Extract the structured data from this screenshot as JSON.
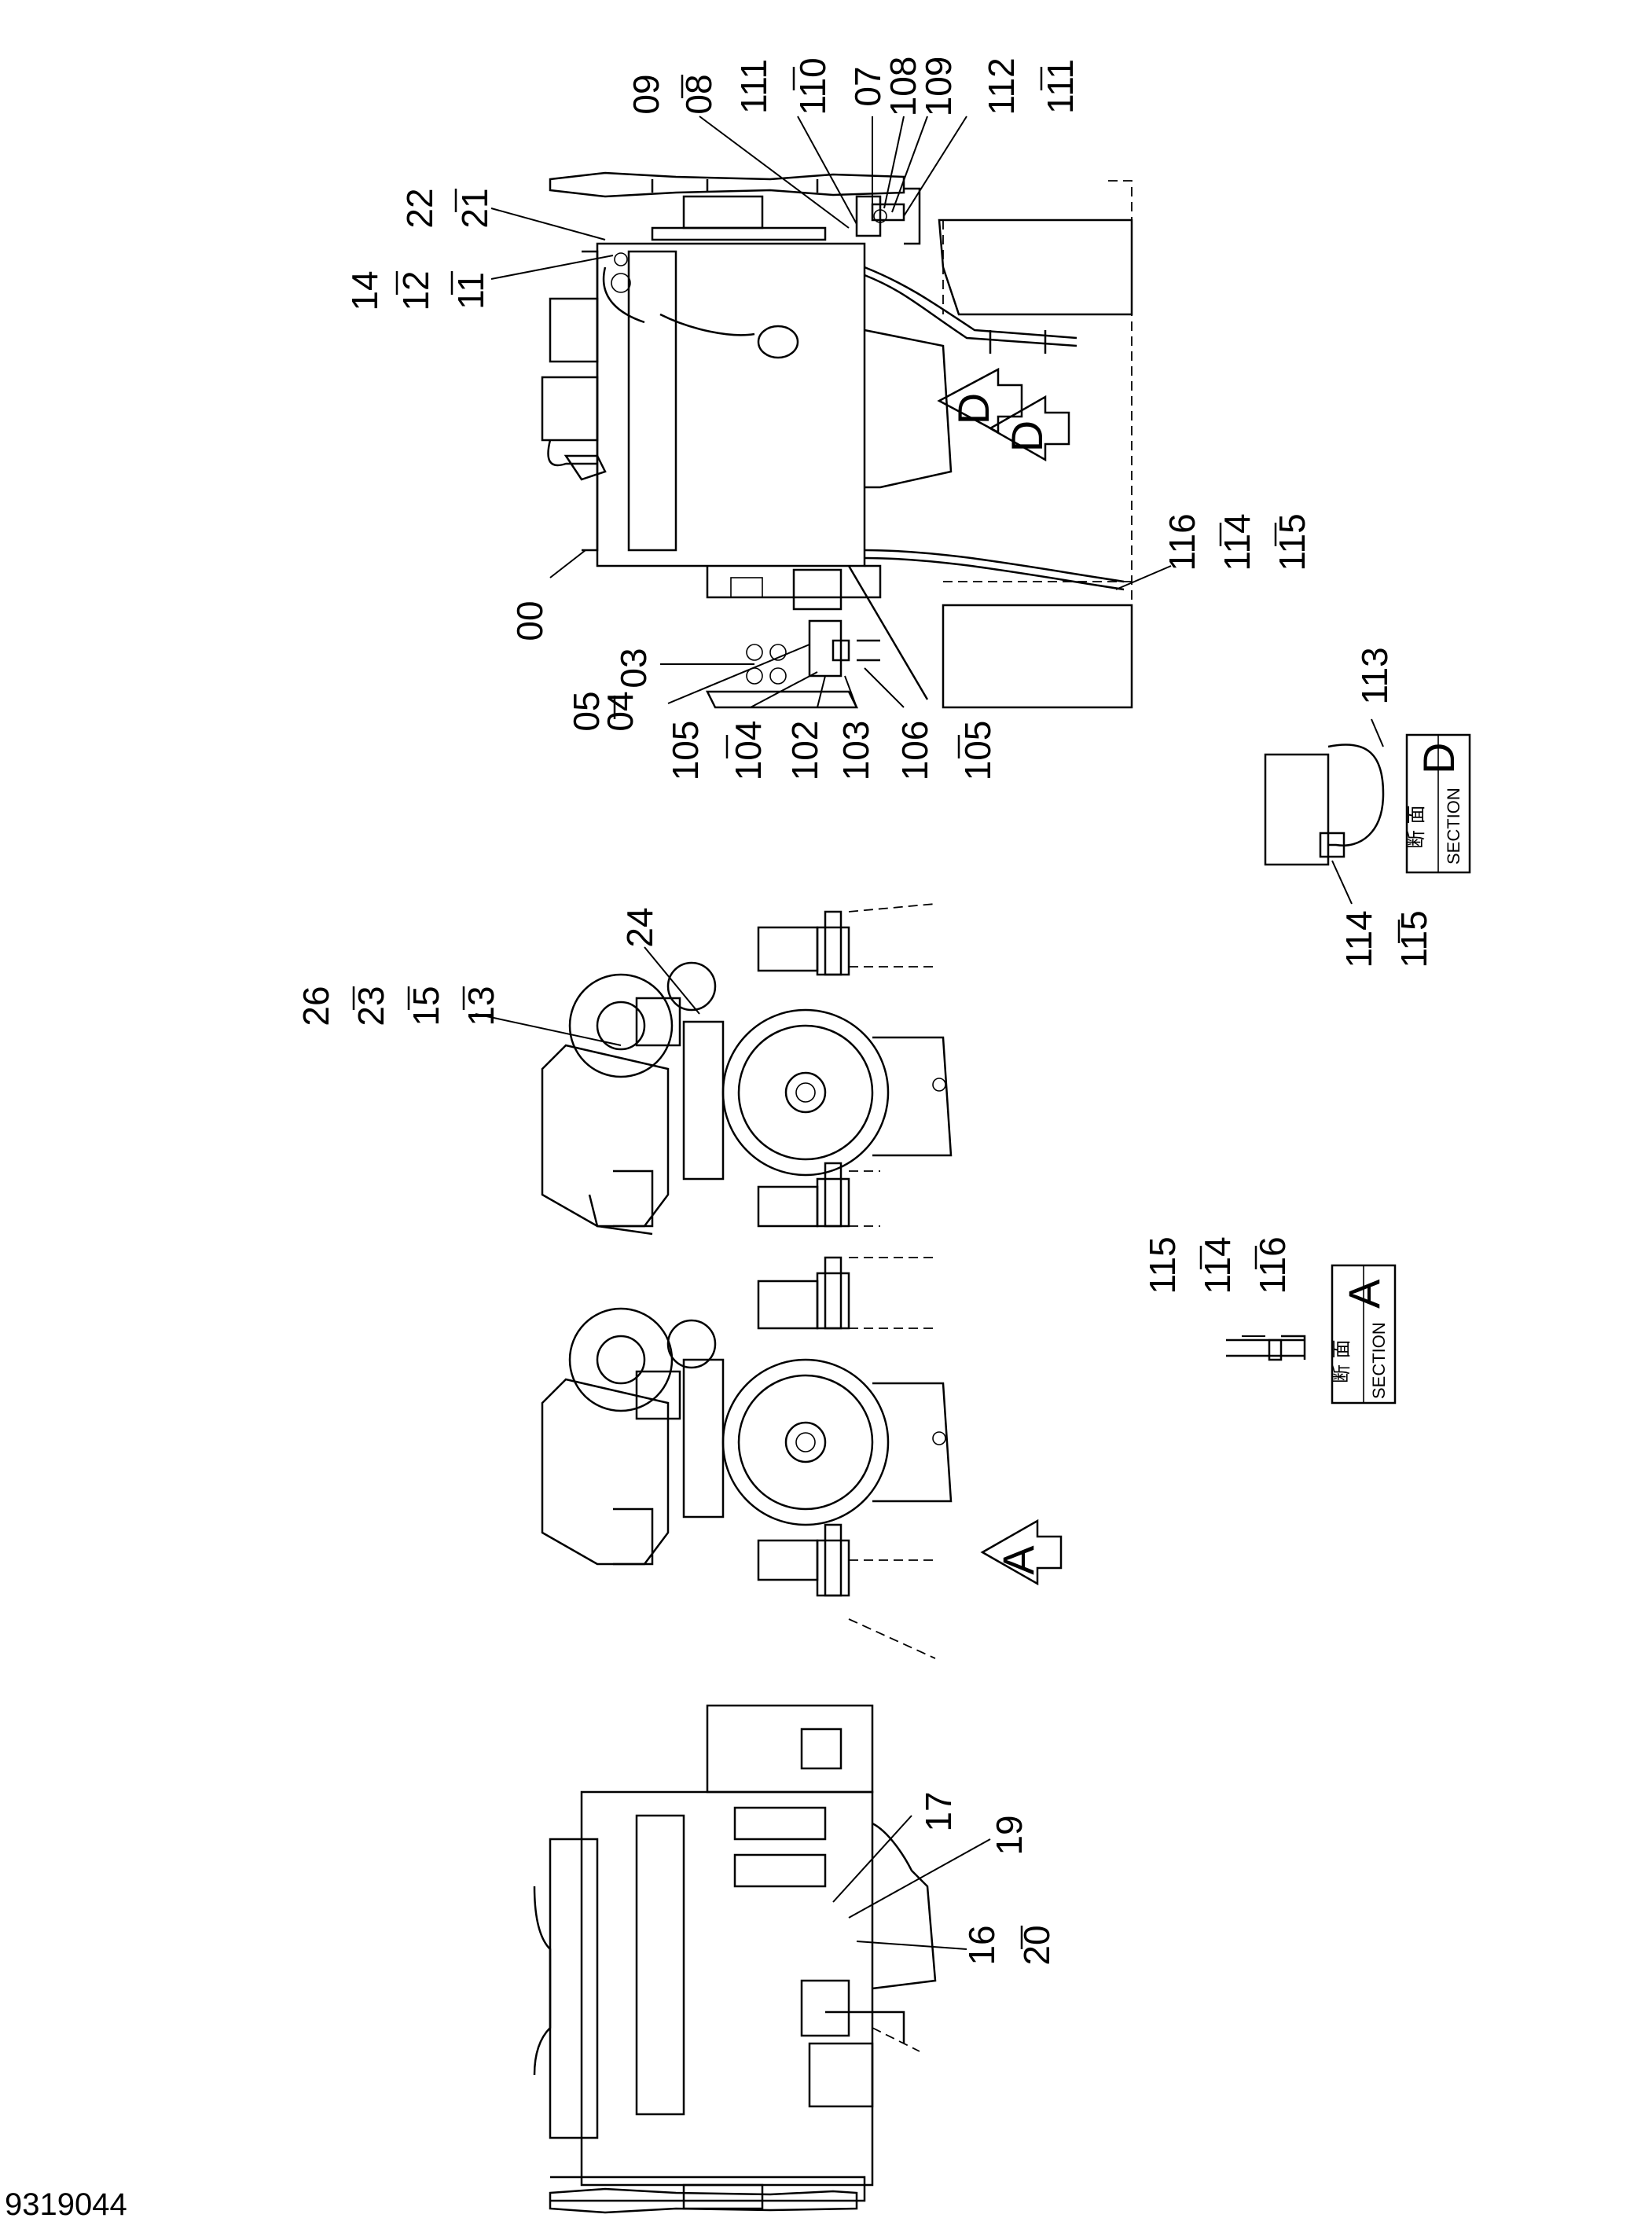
{
  "drawing_number": "9319044",
  "callouts_top": [
    {
      "id": "c-00",
      "lines": [
        "00"
      ]
    },
    {
      "id": "c-05-04",
      "lines": [
        "05",
        "–",
        "04"
      ]
    },
    {
      "id": "c-03",
      "lines": [
        "03"
      ]
    },
    {
      "id": "c-105-104",
      "lines": [
        "105",
        "–",
        "104"
      ]
    },
    {
      "id": "c-102",
      "lines": [
        "102"
      ]
    },
    {
      "id": "c-103",
      "lines": [
        "103"
      ]
    },
    {
      "id": "c-106-105",
      "lines": [
        "106",
        "–",
        "105"
      ]
    },
    {
      "id": "c-14-12-11",
      "lines": [
        "14",
        "–",
        "12",
        "–",
        "11"
      ]
    },
    {
      "id": "c-22-21",
      "lines": [
        "22",
        "–",
        "21"
      ]
    },
    {
      "id": "c-09-08",
      "lines": [
        "09",
        "–",
        "08"
      ]
    },
    {
      "id": "c-111-110",
      "lines": [
        "111",
        "–",
        "110"
      ]
    },
    {
      "id": "c-07",
      "lines": [
        "07"
      ]
    },
    {
      "id": "c-108",
      "lines": [
        "108"
      ]
    },
    {
      "id": "c-109",
      "lines": [
        "109"
      ]
    },
    {
      "id": "c-112-111",
      "lines": [
        "112",
        "–",
        "111"
      ]
    },
    {
      "id": "c-116-114-115",
      "lines": [
        "116",
        "–",
        "114",
        "–",
        "115"
      ]
    },
    {
      "id": "c-113",
      "lines": [
        "113"
      ]
    },
    {
      "id": "c-114-115-d",
      "lines": [
        "114",
        "–",
        "115"
      ]
    }
  ],
  "callouts_middle": [
    {
      "id": "c-26-23-15-13",
      "lines": [
        "26",
        "–",
        "23",
        "–",
        "15",
        "–",
        "13"
      ]
    },
    {
      "id": "c-24",
      "lines": [
        "24"
      ]
    },
    {
      "id": "c-115-114-116",
      "lines": [
        "115",
        "–",
        "114",
        "–",
        "116"
      ]
    }
  ],
  "callouts_bottom": [
    {
      "id": "c-17",
      "lines": [
        "17"
      ]
    },
    {
      "id": "c-19",
      "lines": [
        "19"
      ]
    },
    {
      "id": "c-16-20",
      "lines": [
        "16",
        "–",
        "20"
      ]
    }
  ],
  "section_d": {
    "jp": "断 面",
    "en": "SECTION",
    "letter": "D"
  },
  "section_a": {
    "jp": "断 面",
    "en": "SECTION",
    "letter": "A"
  },
  "view_arrows": [
    "D",
    "D",
    "A"
  ],
  "style": {
    "ink": "#000000",
    "paper": "#ffffff"
  }
}
